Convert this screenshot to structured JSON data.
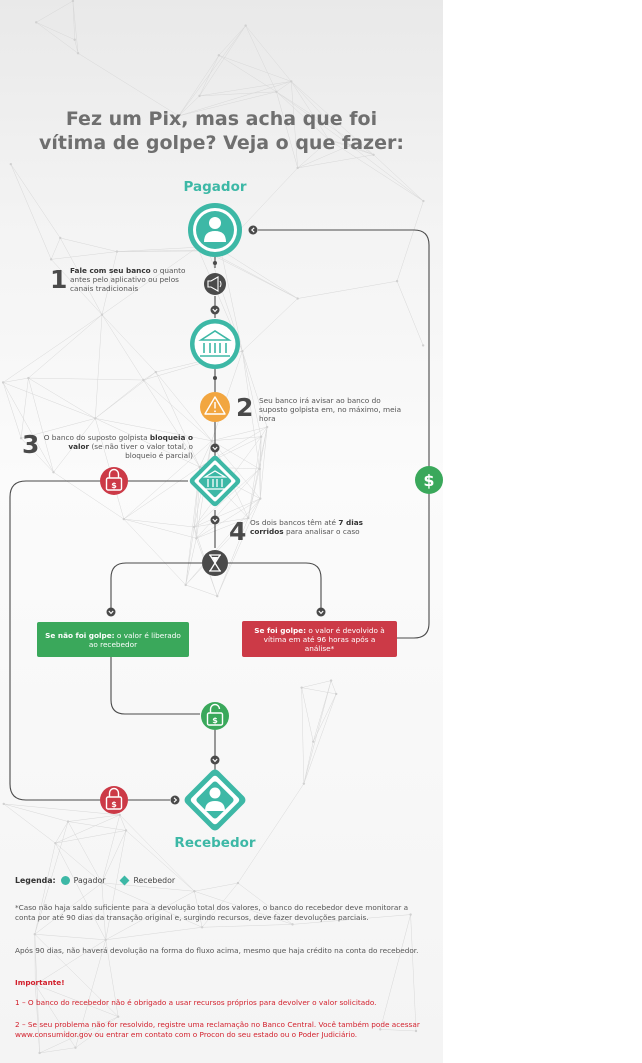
{
  "title": "Fez um Pix, mas acha que foi vítima de golpe? Veja o que fazer:",
  "pagador_label": "Pagador",
  "recebedor_label": "Recebedor",
  "steps": {
    "s1": {
      "num": "1",
      "bold": "Fale com seu banco",
      "rest": " o quanto antes pelo aplicativo ou pelos canais tradicionais"
    },
    "s2": {
      "num": "2",
      "text": "Seu banco irá avisar ao banco do suposto golpista em, no máximo, meia hora"
    },
    "s3": {
      "num": "3",
      "pre": "O banco do suposto golpista ",
      "bold": "bloqueia o valor",
      "rest": " (se não tiver o valor total, o bloqueio é parcial)"
    },
    "s4": {
      "num": "4",
      "pre": "Os dois bancos têm até ",
      "bold": "7 dias corridos",
      "rest": " para analisar o caso"
    }
  },
  "outcomes": {
    "no_scam": {
      "bold": "Se não foi golpe:",
      "rest": " o valor é liberado ao recebedor"
    },
    "scam": {
      "bold": "Se foi golpe:",
      "rest": " o valor é devolvido à vítima em até 96 horas após a análise*"
    }
  },
  "legend": {
    "label": "Legenda:",
    "pagador": "Pagador",
    "recebedor": "Recebedor"
  },
  "notes": {
    "n1": "*Caso não haja saldo suficiente para a devolução total dos valores, o banco do recebedor deve monitorar a conta por até 90 dias da transação original e, surgindo recursos, deve fazer devoluções parciais.",
    "n2": "Após 90 dias, não haverá devolução na forma do fluxo acima, mesmo que haja crédito na conta do recebedor.",
    "important": "Importante!",
    "imp1": "1 – O banco do recebedor não é obrigado a usar recursos próprios para devolver o valor solicitado.",
    "imp2": "2 – Se seu problema não for resolvido, registre uma reclamação no Banco Central. Você também pode acessar www.consumidor.gov ou entrar em contato com o Procon do seu estado ou o Poder Judiciário."
  },
  "colors": {
    "teal": "#3db8a6",
    "green": "#3aa85b",
    "red": "#cc3a47",
    "orange": "#f2a640",
    "dark": "#4a4a4a"
  },
  "icons": [
    "user-icon",
    "megaphone-icon",
    "bank-icon",
    "warning-icon",
    "hourglass-icon",
    "lock-icon",
    "unlock-icon",
    "dollar-icon"
  ]
}
